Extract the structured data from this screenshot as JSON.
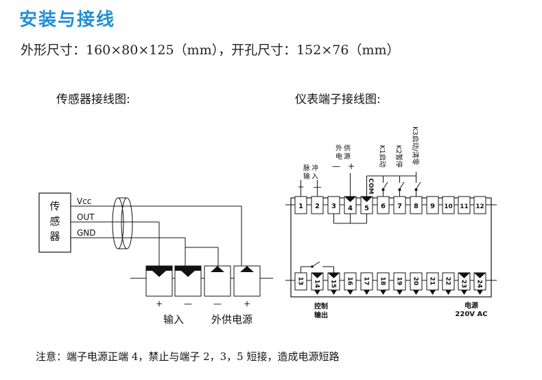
{
  "header": {
    "title": "安装与接线",
    "dimensions": "外形尺寸：160×80×125（mm），开孔尺寸：152×76（mm）"
  },
  "sensor_diagram": {
    "heading": "传感器接线图:",
    "sensor_label": [
      "传",
      "感",
      "器"
    ],
    "wires": [
      "Vcc",
      "OUT",
      "GND"
    ],
    "terminal_signs": [
      "+",
      "—",
      "—",
      "+"
    ],
    "group_input": "输入",
    "group_supply": "外供电源"
  },
  "meter_diagram": {
    "heading": "仪表端子接线图:",
    "label_pulse": [
      "脉",
      "冲",
      "输",
      "入"
    ],
    "pulse_signs": [
      "+",
      "—"
    ],
    "label_supply": [
      "外",
      "供",
      "电",
      "源"
    ],
    "supply_signs": [
      "—",
      "+"
    ],
    "label_com": "COM",
    "label_k1": "K1启动",
    "label_k2": "K2暂停",
    "label_k3": "K3启动/清零",
    "top_terminals": [
      "1",
      "2",
      "3",
      "4",
      "5",
      "6",
      "7",
      "8",
      "9",
      "10",
      "11",
      "12"
    ],
    "bottom_terminals": [
      "13",
      "14",
      "15",
      "16",
      "17",
      "18",
      "19",
      "20",
      "21",
      "22",
      "23",
      "24"
    ],
    "label_control": [
      "控制",
      "输出"
    ],
    "label_power": [
      "电源",
      "220V AC"
    ]
  },
  "footer": {
    "note": "注意：端子电源正端 4，禁止与端子 2，3，5 短接，造成电源短路"
  }
}
